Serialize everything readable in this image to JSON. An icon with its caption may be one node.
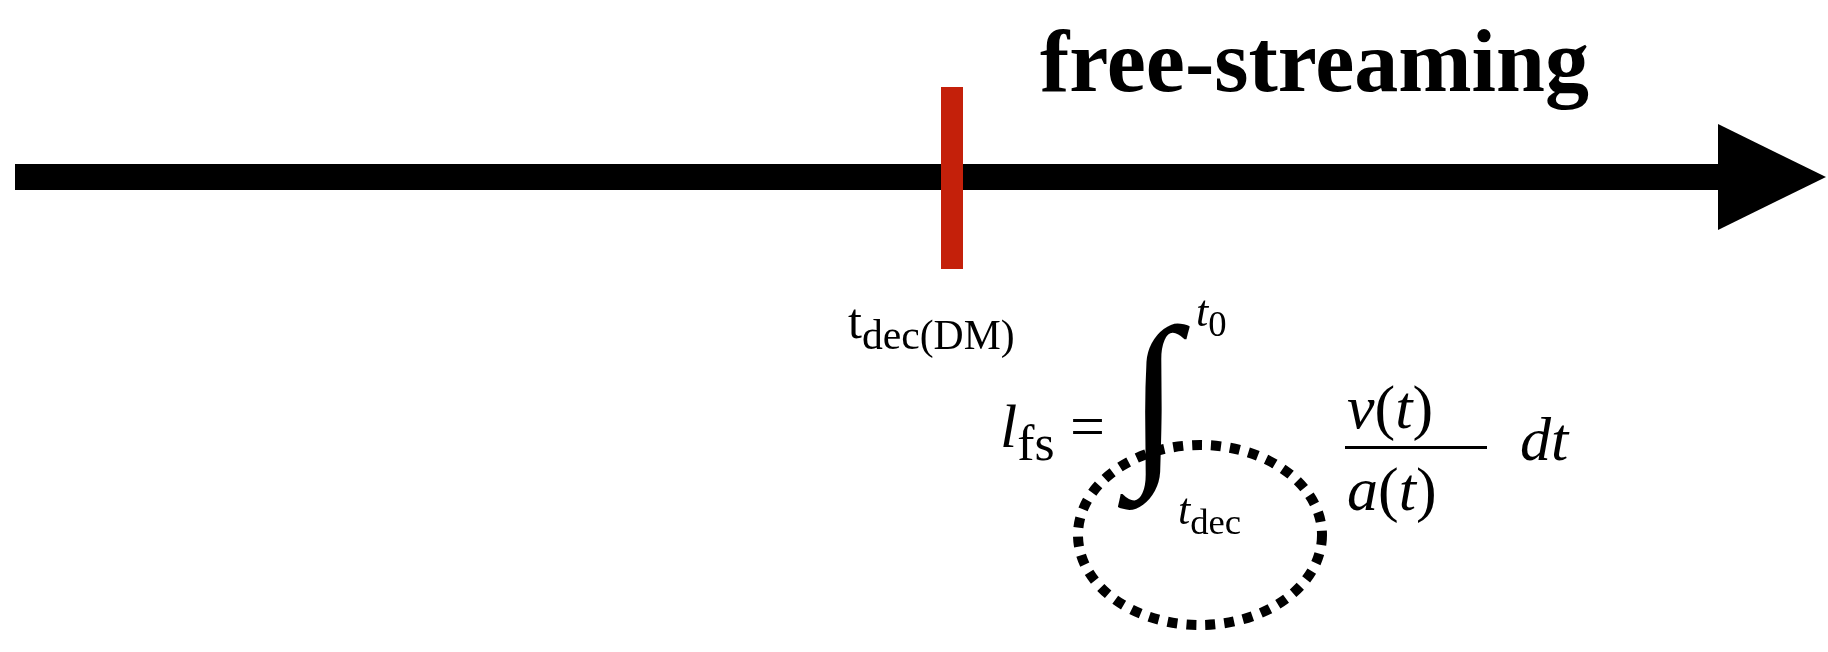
{
  "diagram": {
    "labels": [
      "free-streaming",
      "t$_{dec(DM)}$",
      "*l*$_{fs}$ =",
      "∫",
      "*t*$_{0}$",
      "*t*$_{dec}$",
      "*v*(*t*)",
      "*a*(*t*)",
      "*dt*"
    ]
  }
}
